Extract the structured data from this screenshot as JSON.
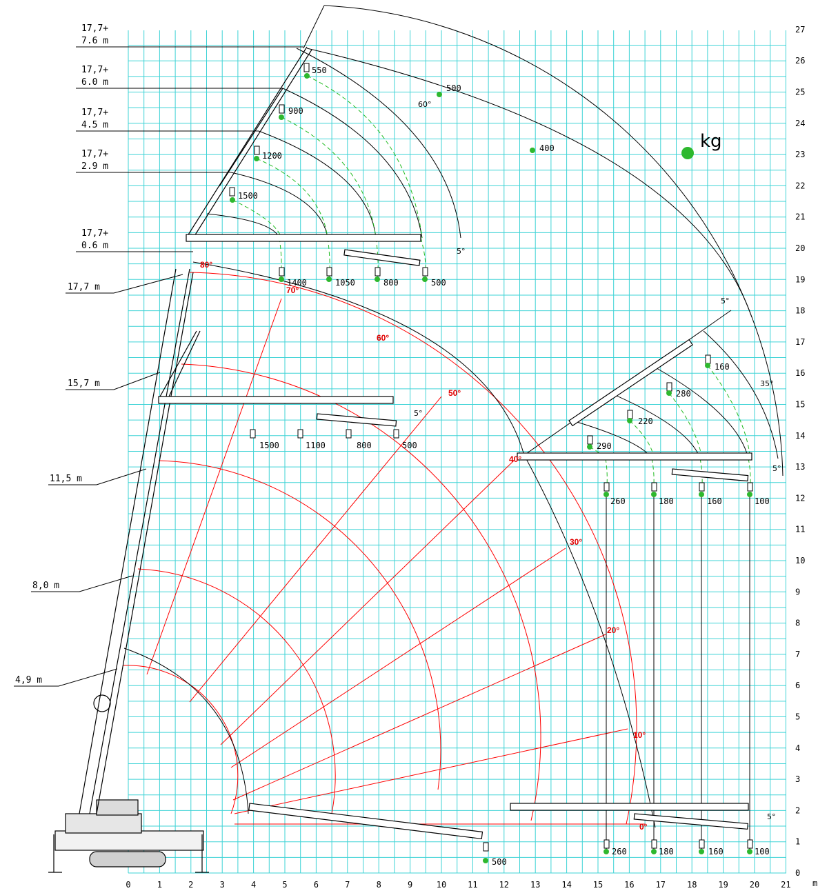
{
  "axis": {
    "x_ticks": [
      "0",
      "1",
      "2",
      "3",
      "4",
      "5",
      "6",
      "7",
      "8",
      "9",
      "10",
      "11",
      "12",
      "13",
      "14",
      "15",
      "16",
      "17",
      "18",
      "19",
      "20",
      "21"
    ],
    "x_unit": "m",
    "y_ticks": [
      "0",
      "1",
      "2",
      "3",
      "4",
      "5",
      "6",
      "7",
      "8",
      "9",
      "10",
      "11",
      "12",
      "13",
      "14",
      "15",
      "16",
      "17",
      "18",
      "19",
      "20",
      "21",
      "22",
      "23",
      "24",
      "25",
      "26",
      "27"
    ]
  },
  "legend_unit": "kg",
  "heights": {
    "h1_a": "17,7+",
    "h1_b": "7.6 m",
    "h2_a": "17,7+",
    "h2_b": "6.0 m",
    "h3_a": "17,7+",
    "h3_b": "4.5 m",
    "h4_a": "17,7+",
    "h4_b": "2.9 m",
    "h5_a": "17,7+",
    "h5_b": "0.6 m",
    "h6": "17,7 m",
    "h7": "15,7 m",
    "h8": "11,5 m",
    "h9": "8,0 m",
    "h10": "4,9 m"
  },
  "angles": {
    "a80": "80°",
    "a70": "70°",
    "a60": "60°",
    "a50": "50°",
    "a40": "40°",
    "a30": "30°",
    "a20": "20°",
    "a10": "10°",
    "a0": "0°",
    "jib60": "60°",
    "jib5a": "5°",
    "jib5b": "5°",
    "jib5c": "5°",
    "jib5d": "5°",
    "jib35": "35°",
    "jib5e": "5°"
  },
  "loads": {
    "top_550": "550",
    "top_900": "900",
    "top_1200": "1200",
    "top_1500": "1500",
    "arc_500": "500",
    "arc_400": "400",
    "h_1400": "1400",
    "h_1050": "1050",
    "h_800": "800",
    "h_500": "500",
    "m_1500": "1500",
    "m_1100": "1100",
    "m_800": "800",
    "m_500": "500",
    "r_160a": "160",
    "r_280a": "280",
    "r_220": "220",
    "r_290": "290",
    "r_260": "260",
    "r_180": "180",
    "r_160": "160",
    "r_100": "100",
    "b_500": "500",
    "b_260": "260",
    "b_180": "180",
    "b_160": "160",
    "b_100": "100"
  }
}
